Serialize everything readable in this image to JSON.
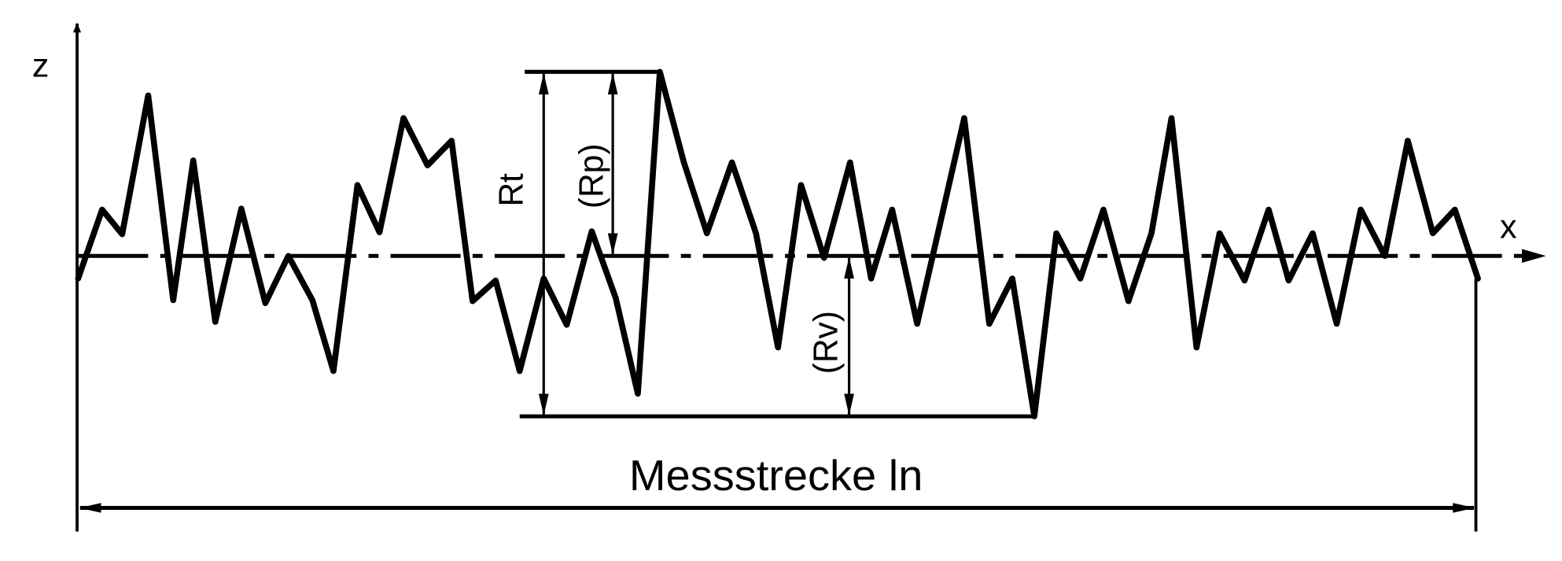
{
  "axes": {
    "z_label": "z",
    "x_label": "x"
  },
  "labels": {
    "rt": "Rt",
    "rp": "(Rp)",
    "rv": "(Rv)",
    "length": "Messstrecke ln"
  },
  "colors": {
    "stroke": "#000000",
    "background": "#ffffff"
  }
}
